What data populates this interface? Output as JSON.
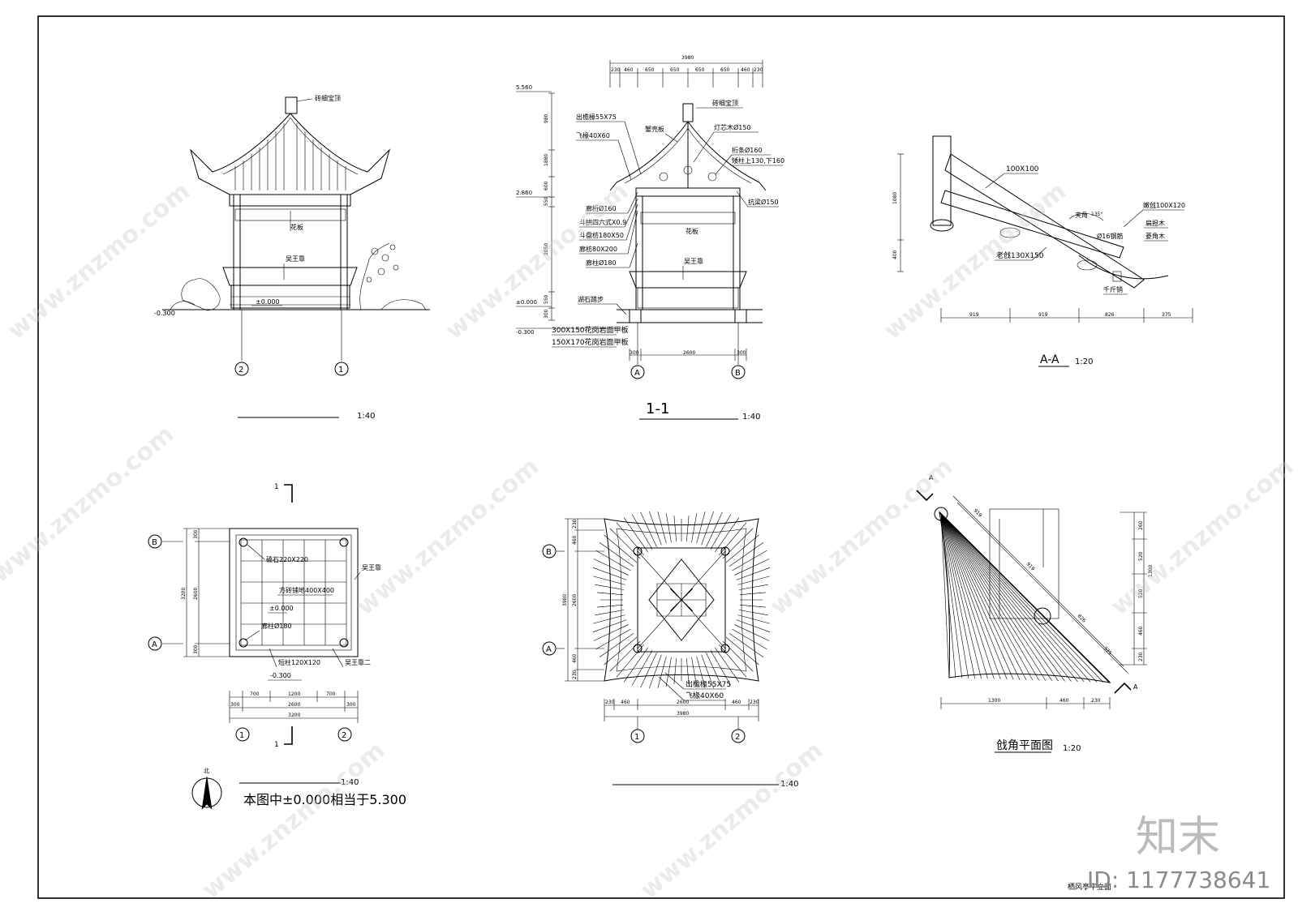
{
  "views": {
    "elevation": {
      "finial": "砖细宝顶",
      "panel": "花板",
      "railing": "吴王靠",
      "level_0": "±0.000",
      "level_ground": "-0.300",
      "axis_left": "2",
      "axis_right": "1",
      "scale": "1:40"
    },
    "section_1_1": {
      "title": "1-1",
      "scale": "1:40",
      "levels": [
        "5.560",
        "2.860",
        "±0.000",
        "-0.300"
      ],
      "top_dims": [
        "230",
        "460",
        "650",
        "650",
        "650",
        "650",
        "460",
        "230"
      ],
      "top_total": "3980",
      "left_dims": [
        "980",
        "1880",
        "600",
        "550",
        "2050",
        "550",
        "300"
      ],
      "notes": [
        "出檐椽55X75",
        "飞椽40X60",
        "斗拱四六式X0.9",
        "斗盘枋180X50",
        "廊枋80X200",
        "廊柱Ø180",
        "廊桁Ø160",
        "湖石踏步",
        "300X150花岗岩面甲板",
        "150X170花岗岩面甲板"
      ],
      "right_notes": [
        "砖细宝顶",
        "蟹壳板",
        "灯芯木Ø150",
        "桁条Ø160",
        "矮柱上130,下160",
        "抗梁Ø150"
      ],
      "panel": "花板",
      "railing": "吴王靠",
      "bottom_dims": [
        "300",
        "2600",
        "300"
      ],
      "axis_a": "A",
      "axis_b": "B"
    },
    "detail_aa": {
      "title": "A-A",
      "scale": "1:20",
      "labels": [
        "100X100",
        "夹角",
        "135°",
        "嫩戗100X120",
        "扁担木",
        "菱角木",
        "Ø16钢筋",
        "老戗130X150",
        "千斤销"
      ],
      "left_dims": [
        "1080",
        "400"
      ],
      "bottom_dims": [
        "919",
        "919",
        "826",
        "375"
      ]
    },
    "plan": {
      "marker": "1",
      "labels": [
        "磉石220X220",
        "方砖铺地400X400",
        "±0.000",
        "廊柱Ø180",
        "短柱120X120",
        "吴王靠二",
        "吴王靠",
        "-0.300"
      ],
      "left_dims": [
        "300",
        "2600",
        "300"
      ],
      "left_total": "3200",
      "bottom_dims": [
        "700",
        "1200",
        "700"
      ],
      "bottom_mid": [
        "300",
        "2600",
        "300"
      ],
      "bottom_total": "3200",
      "axis_a": "A",
      "axis_b": "B",
      "axis_1": "1",
      "axis_2": "2",
      "north": "北",
      "scale": "1:40",
      "note": "本图中±0.000相当于5.300"
    },
    "roof_plan": {
      "left_dims": [
        "230",
        "460",
        "2600",
        "460",
        "230"
      ],
      "left_total": "3980",
      "bottom_dims": [
        "230",
        "460",
        "2600",
        "460",
        "230"
      ],
      "bottom_total": "3980",
      "labels": [
        "出檐椽55X75",
        "飞椽40X60"
      ],
      "axis_a": "A",
      "axis_b": "B",
      "axis_1": "1",
      "axis_2": "2",
      "scale": "1:40"
    },
    "corner_plan": {
      "title": "戗角平面图",
      "scale": "1:20",
      "marker": "A",
      "right_dims": [
        "260",
        "520",
        "520",
        "460",
        "230"
      ],
      "right_total": "1300",
      "diag_dims": [
        "919",
        "919",
        "826",
        "375"
      ],
      "bottom_dims": [
        "1300",
        "460",
        "230"
      ]
    }
  },
  "footer": {
    "sheet_title": "栖风亭平立面",
    "watermark_logo": "知末",
    "id_text": "ID: 1177738641",
    "watermark_url": "www.znzmo.com"
  }
}
